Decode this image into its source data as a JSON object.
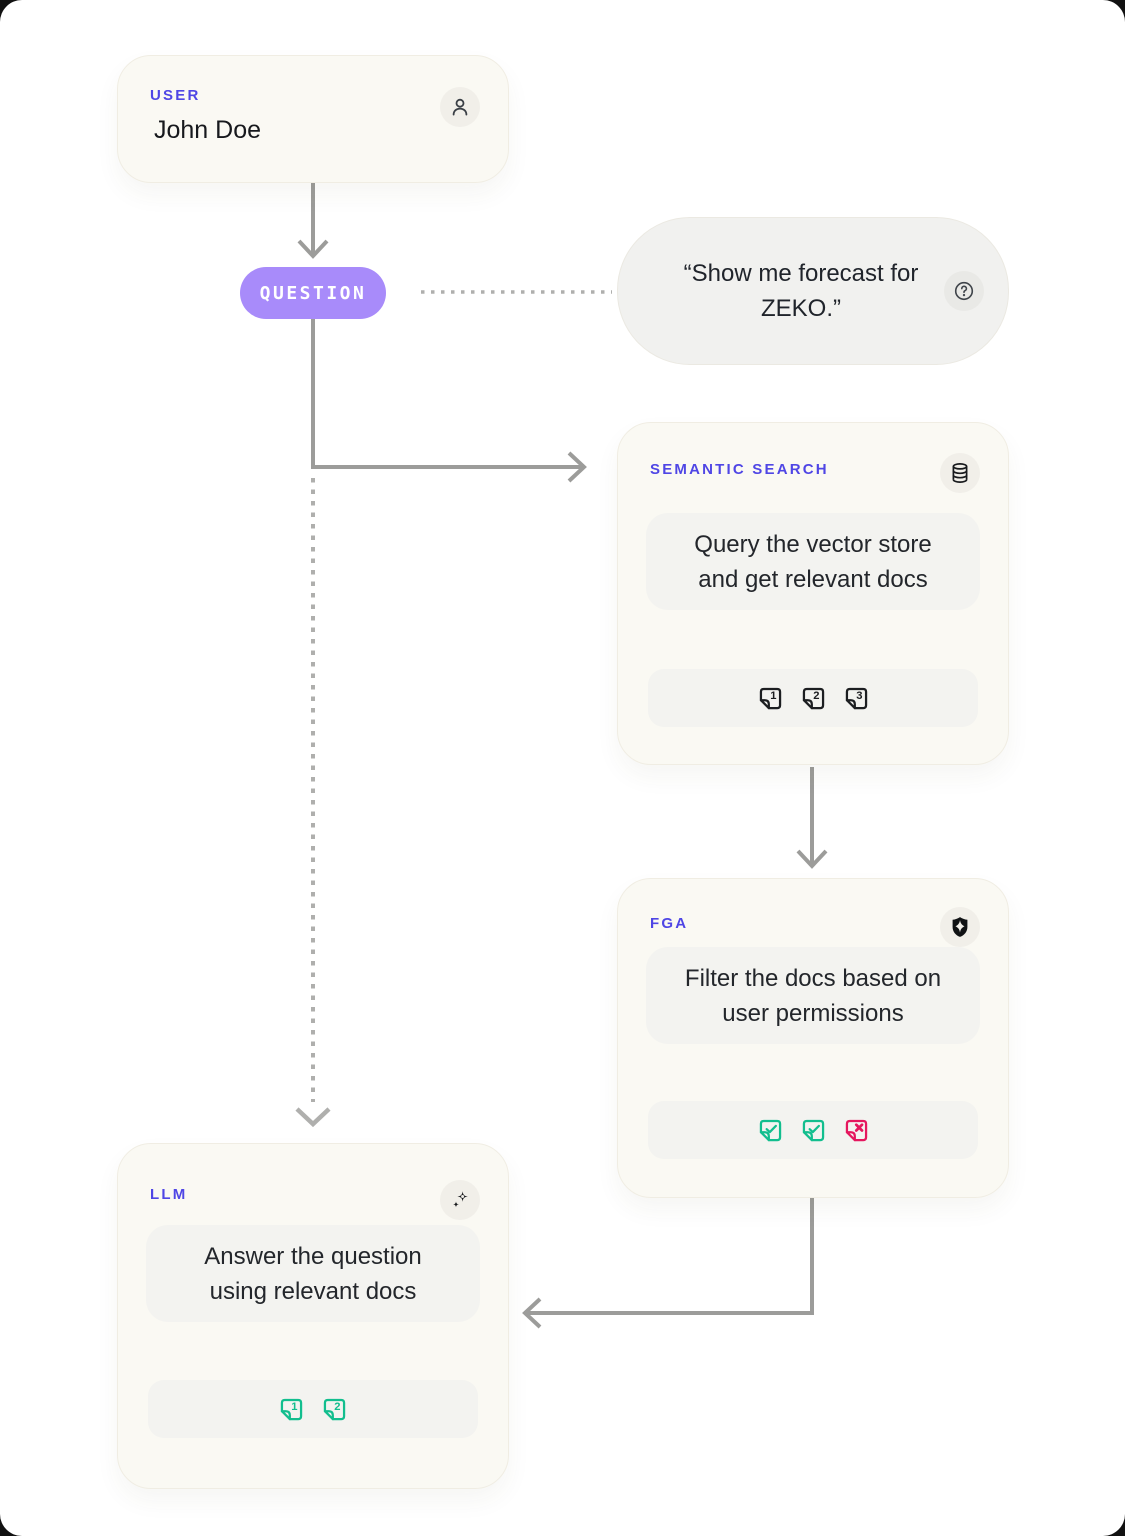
{
  "colors": {
    "accent_purple": "#4F46E5",
    "pill_purple": "#A88BFA",
    "card_bg": "#FAF9F3",
    "inner_box_bg": "#F3F3F0",
    "bubble_bg": "#F1F1EF",
    "arrow_gray": "#9C9C9A",
    "dotted_gray": "#AFAFAD",
    "doc_black": "#1C1E21",
    "doc_green": "#12BE8E",
    "doc_pink": "#E5175E"
  },
  "user_card": {
    "label": "USER",
    "name": "John Doe",
    "icon": "person-icon"
  },
  "question_pill": {
    "label": "QUESTION"
  },
  "quote_bubble": {
    "text": "“Show me forecast for ZEKO.”",
    "icon": "help-icon"
  },
  "cards": {
    "semantic_search": {
      "label": "SEMANTIC SEARCH",
      "icon": "database-icon",
      "description": "Query the vector store and get relevant docs",
      "docs": [
        {
          "variant": "numbered",
          "value": "1",
          "color": "#1C1E21"
        },
        {
          "variant": "numbered",
          "value": "2",
          "color": "#1C1E21"
        },
        {
          "variant": "numbered",
          "value": "3",
          "color": "#1C1E21"
        }
      ]
    },
    "fga": {
      "label": "FGA",
      "icon": "shield-icon",
      "description": "Filter the docs based on user permissions",
      "docs": [
        {
          "variant": "check",
          "color": "#12BE8E"
        },
        {
          "variant": "check",
          "color": "#12BE8E"
        },
        {
          "variant": "cross",
          "color": "#E5175E"
        }
      ]
    },
    "llm": {
      "label": "LLM",
      "icon": "sparkles-icon",
      "description": "Answer the question using relevant docs",
      "docs": [
        {
          "variant": "numbered",
          "value": "1",
          "color": "#12BE8E"
        },
        {
          "variant": "numbered",
          "value": "2",
          "color": "#12BE8E"
        }
      ]
    }
  }
}
